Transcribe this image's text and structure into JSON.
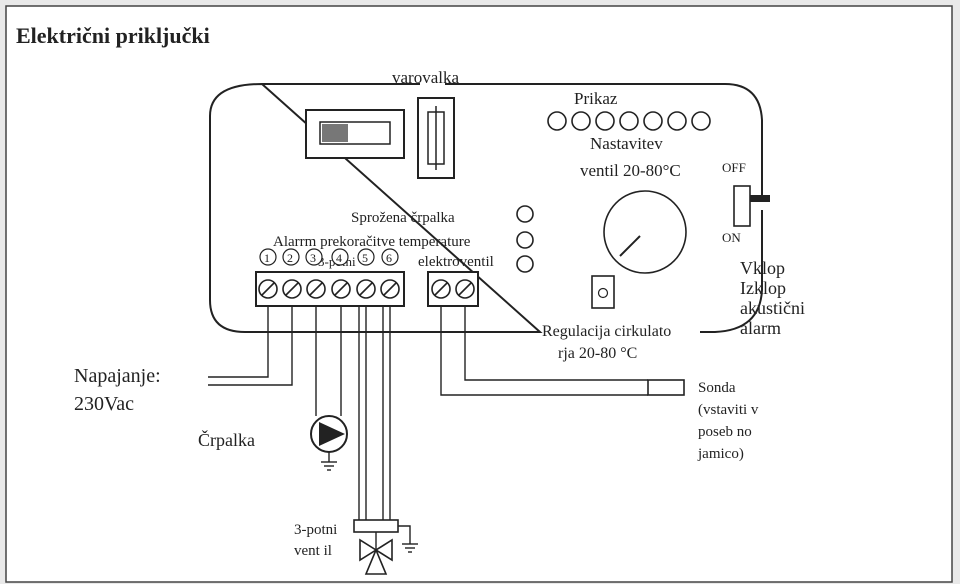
{
  "title": "Električni priključki",
  "labels": {
    "fuse": "varovalka",
    "display": "Prikaz",
    "setting": "Nastavitev",
    "valve_range": "ventil 20-80°C",
    "switch_off": "OFF",
    "switch_on": "ON",
    "switch_desc_1": "Vklop",
    "switch_desc_2": "Izklop",
    "switch_desc_3": "akustični",
    "switch_desc_4": "alarm",
    "pump_triggered": "Sprožena črpalka",
    "alarm_over_temp": "Alarrm prekoračitve temperature",
    "electrovalve": "elektroventil",
    "three_way": "3-potni",
    "circ_reg_1": "Regulacija cirkulato",
    "circ_reg_2": "rja 20-80 °C",
    "supply_1": "Napajanje:",
    "supply_2": "230Vac",
    "pump": "Črpalka",
    "probe_1": "Sonda",
    "probe_2": "(vstaviti v",
    "probe_3": "poseb no",
    "probe_4": "jamico)",
    "valve_bottom_1": "3-potni",
    "valve_bottom_2": "vent il"
  },
  "terminals": [
    "1",
    "2",
    "3",
    "4",
    "5",
    "6"
  ],
  "colors": {
    "line": "#222222",
    "panel": "#ffffff",
    "background": "#e9e9e9"
  }
}
